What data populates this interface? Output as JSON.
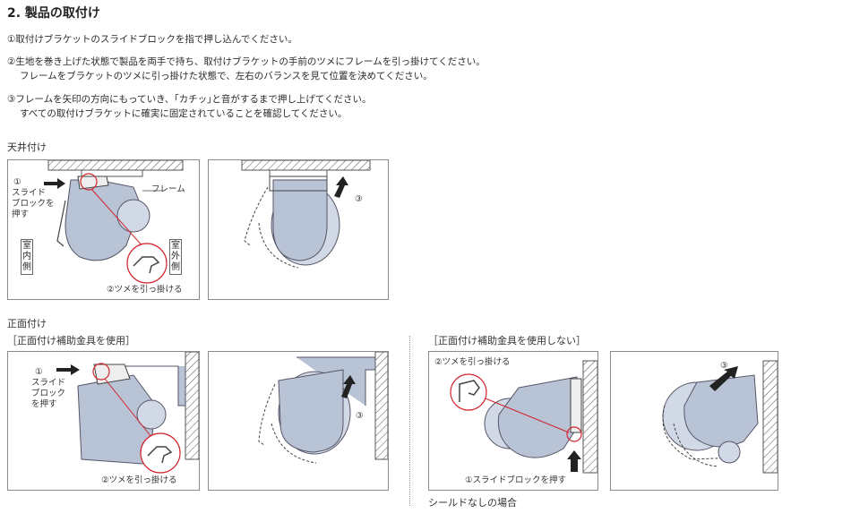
{
  "page": {
    "title": "2. 製品の取付け",
    "steps": [
      "①取付けブラケットのスライドブロックを指で押し込んでください。",
      "②生地を巻き上げた状態で製品を両手で持ち、取付けブラケットの手前のツメにフレームを引っ掛けてください。",
      "フレームをブラケットのツメに引っ掛けた状態で、左右のバランスを見て位置を決めてください。",
      "③フレームを矢印の方向にもっていき、｢カチッ｣と音がするまで押し上げてください。",
      "すべての取付けブラケットに確実に固定されていることを確認してください。"
    ]
  },
  "ceiling": {
    "heading": "天井付け",
    "slide_num": "①",
    "slide_label": [
      "スライド",
      "ブロックを",
      "押す"
    ],
    "frame_label": "フレーム",
    "indoor": [
      "室",
      "内",
      "側"
    ],
    "outdoor": [
      "室",
      "外",
      "側"
    ],
    "hook_label": "②ツメを引っ掛ける",
    "step3": "③"
  },
  "front": {
    "heading": "正面付け",
    "with_sub": "［正面付け補助金具を使用］",
    "without_sub": "［正面付け補助金具を使用しない］",
    "slide_num": "①",
    "slide_label": [
      "スライド",
      "ブロック",
      "を押す"
    ],
    "hook_label": "②ツメを引っ掛ける",
    "step3": "③",
    "hook_label_top": "②ツメを引っ掛ける",
    "slide_bottom": "①スライドブロックを押す",
    "no_shield": "シールドなしの場合"
  },
  "colors": {
    "shade": "#b9c3d6",
    "shade_light": "#d2d9e6",
    "red": "#d2232a",
    "line": "#444444"
  }
}
